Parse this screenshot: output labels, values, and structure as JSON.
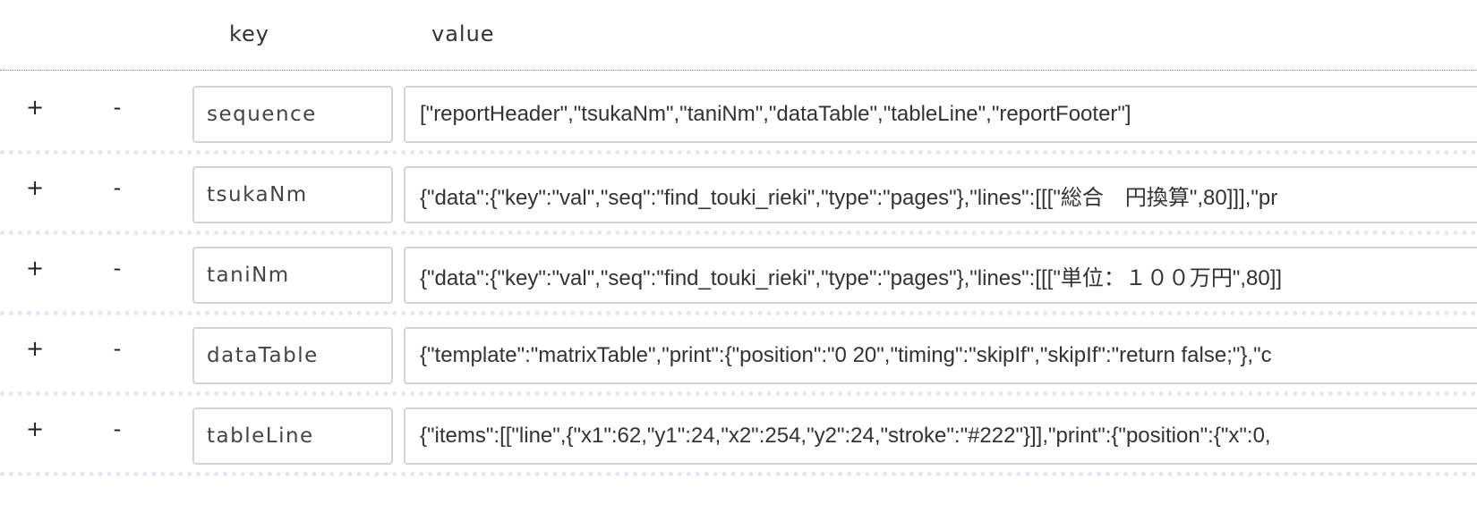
{
  "header": {
    "key_label": "key",
    "value_label": "value"
  },
  "rows": [
    {
      "add_label": "+",
      "remove_label": "-",
      "key": "sequence",
      "value": "[\"reportHeader\",\"tsukaNm\",\"taniNm\",\"dataTable\",\"tableLine\",\"reportFooter\"]"
    },
    {
      "add_label": "+",
      "remove_label": "-",
      "key": "tsukaNm",
      "value": "{\"data\":{\"key\":\"val\",\"seq\":\"find_touki_rieki\",\"type\":\"pages\"},\"lines\":[[[\"総合　円換算\",80]]],\"pr"
    },
    {
      "add_label": "+",
      "remove_label": "-",
      "key": "taniNm",
      "value": "{\"data\":{\"key\":\"val\",\"seq\":\"find_touki_rieki\",\"type\":\"pages\"},\"lines\":[[[\"単位：１００万円\",80]]"
    },
    {
      "add_label": "+",
      "remove_label": "-",
      "key": "dataTable",
      "value": "{\"template\":\"matrixTable\",\"print\":{\"position\":\"0 20\",\"timing\":\"skipIf\",\"skipIf\":\"return false;\"},\"c"
    },
    {
      "add_label": "+",
      "remove_label": "-",
      "key": "tableLine",
      "value": "{\"items\":[[\"line\",{\"x1\":62,\"y1\":24,\"x2\":254,\"y2\":24,\"stroke\":\"#222\"}]],\"print\":{\"position\":{\"x\":0,"
    }
  ]
}
